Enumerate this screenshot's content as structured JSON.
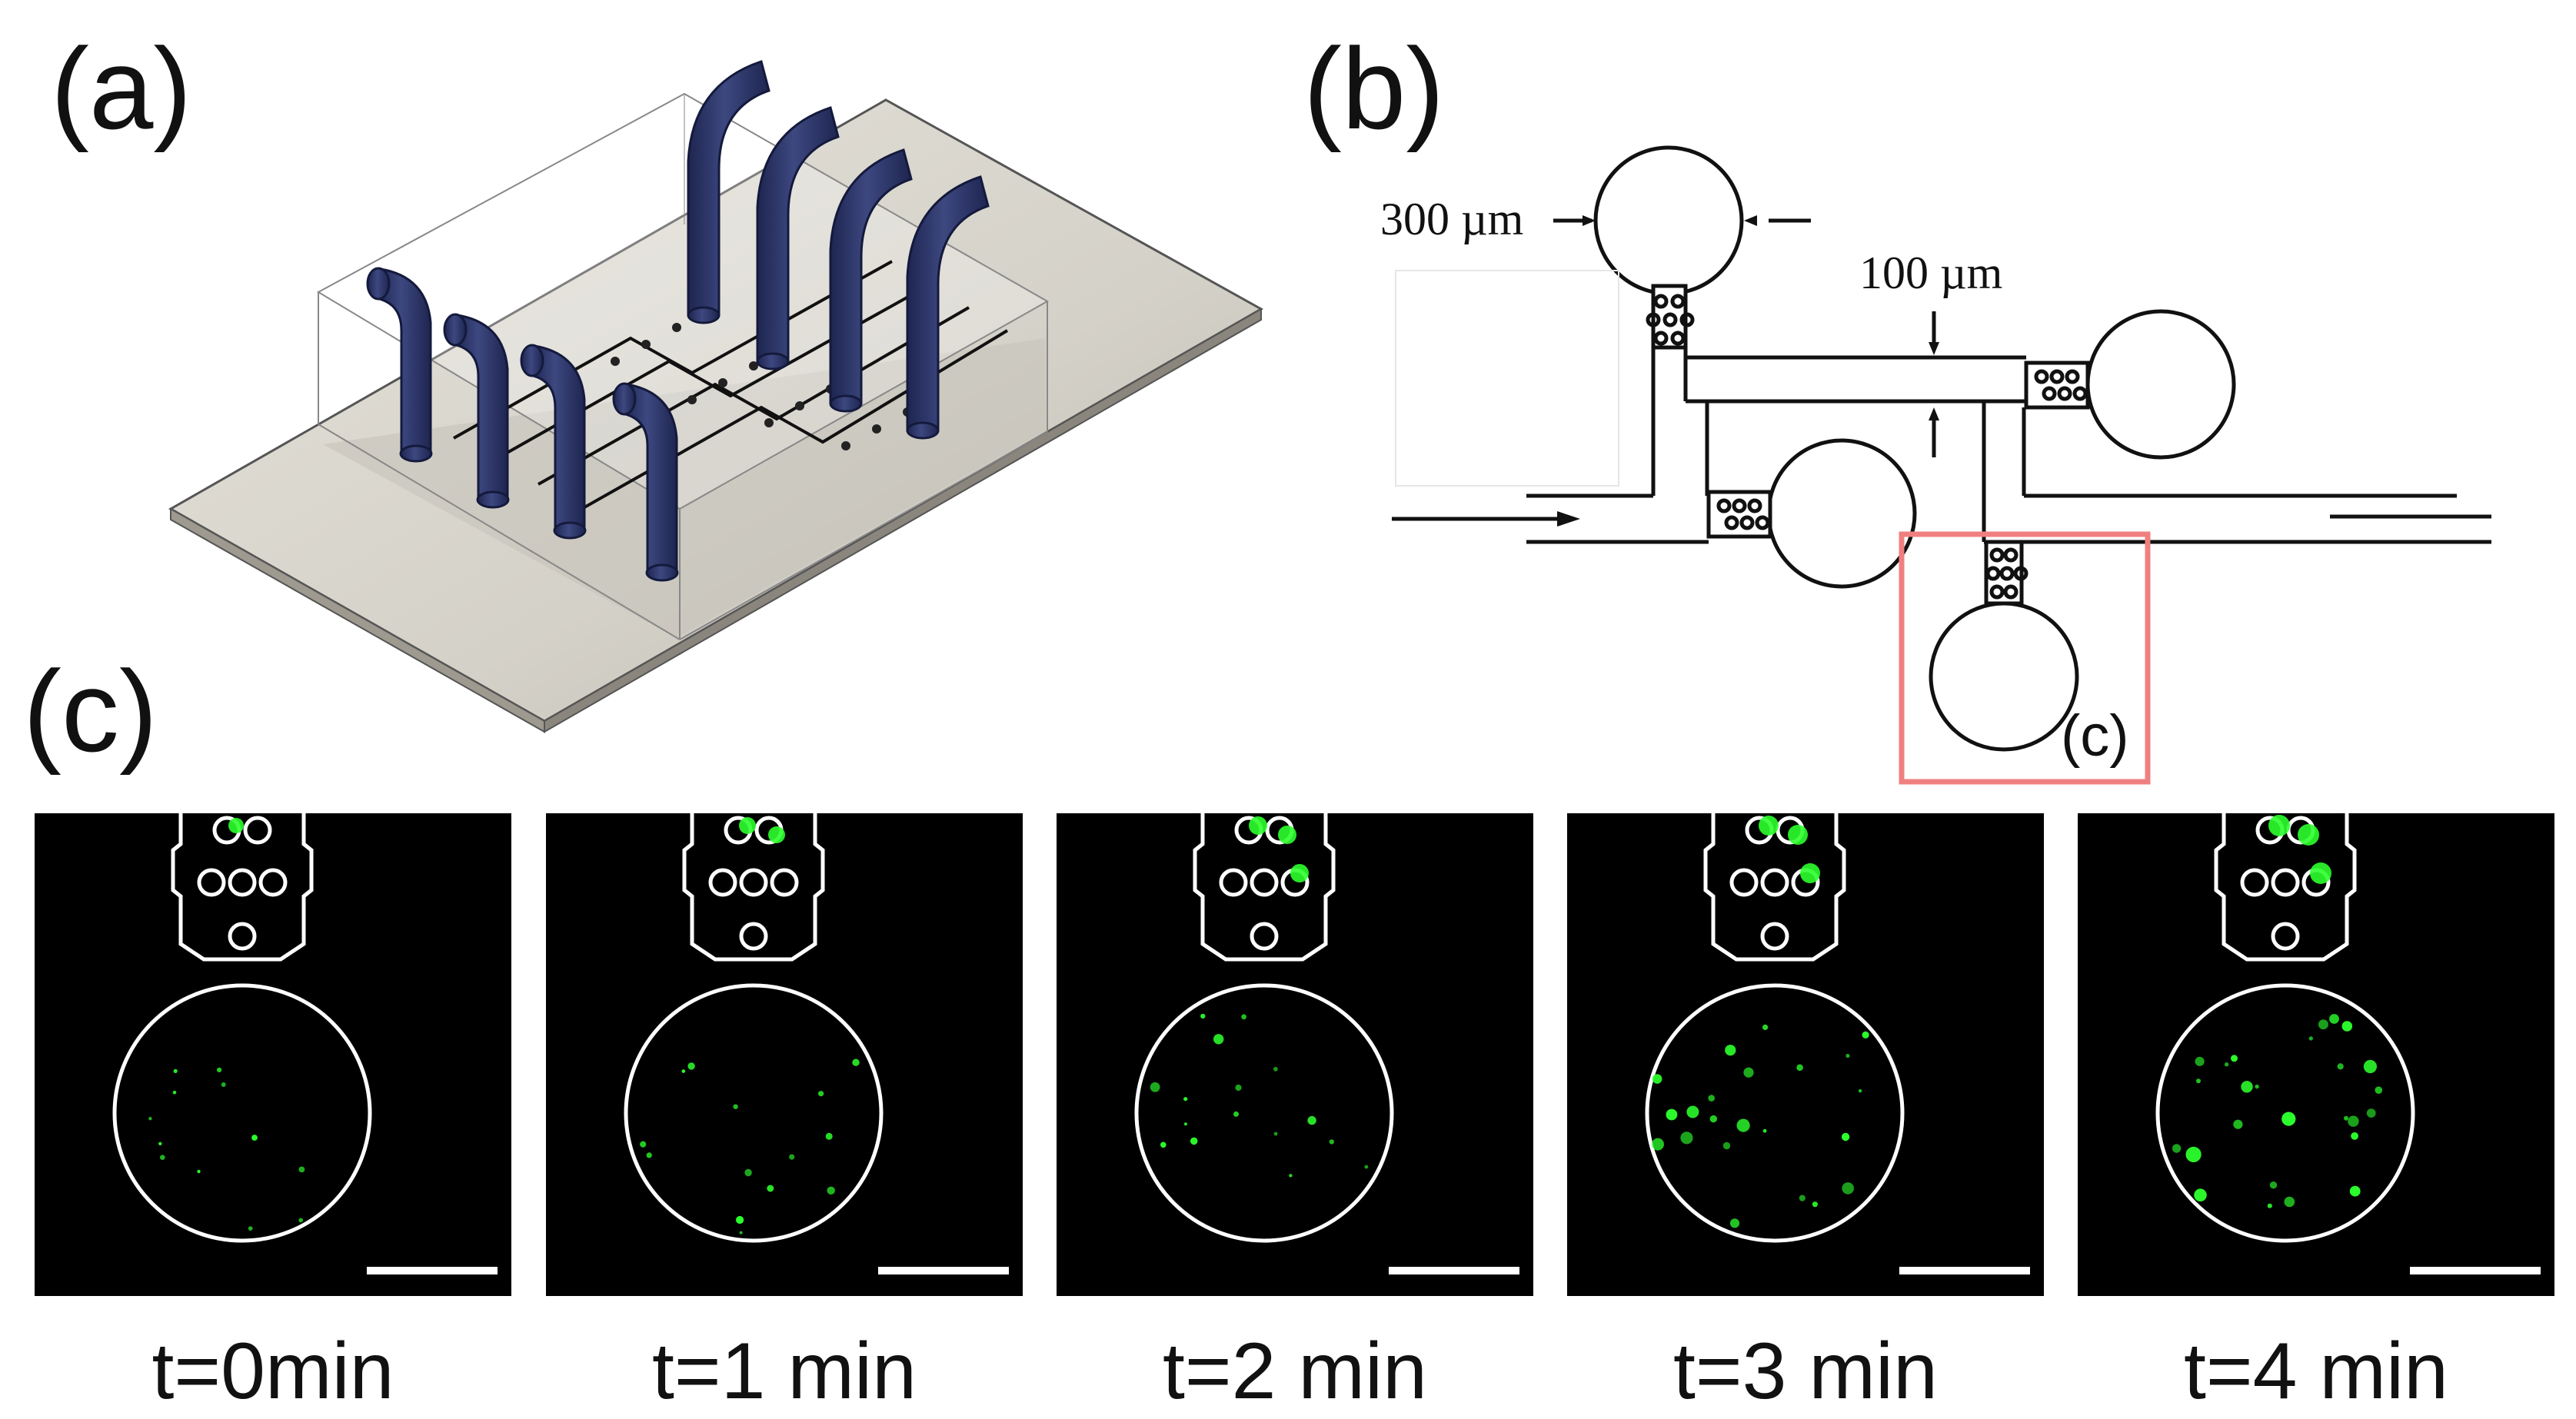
{
  "panels": {
    "a": {
      "label": "(a)"
    },
    "b": {
      "label": "(b)",
      "dim_chamber": "300 µm",
      "dim_channel": "100 µm",
      "inset_label": "(c)"
    },
    "c": {
      "label": "(c)"
    }
  },
  "frames": [
    {
      "time_label": "t=0min",
      "cells": 12
    },
    {
      "time_label": "t=1 min",
      "cells": 14
    },
    {
      "time_label": "t=2 min",
      "cells": 16
    },
    {
      "time_label": "t=3 min",
      "cells": 22
    },
    {
      "time_label": "t=4 min",
      "cells": 26
    }
  ],
  "colors": {
    "tube": "#2c3566",
    "chip_base": "#d9d6ce",
    "highlight_box": "#f08080",
    "fluorescence": "#2cff2c",
    "channel_outline": "#ffffff"
  },
  "icons": {
    "scale_bar": "scale-bar"
  }
}
